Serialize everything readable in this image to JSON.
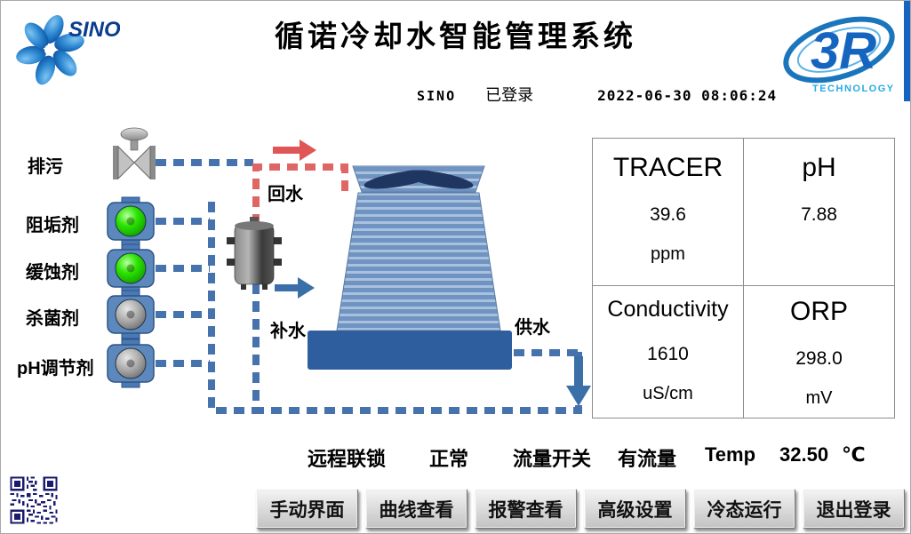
{
  "header": {
    "title": "循诺冷却水智能管理系统",
    "logo_sino_text": "SINO",
    "logo_3r_text": "3R",
    "logo_3r_sub": "TECHNOLOGY",
    "user": "SINO",
    "login_status": "已登录",
    "datetime": "2022-06-30  08:06:24"
  },
  "diagram": {
    "labels": {
      "blowdown": "排污",
      "scale_inhibitor": "阻垢剂",
      "corrosion_inhibitor": "缓蚀剂",
      "biocide": "杀菌剂",
      "ph_regulator": "pH调节剂",
      "return_water": "回水",
      "makeup_water": "补水",
      "supply_water": "供水"
    },
    "pump_states": {
      "scale_inhibitor": "on",
      "corrosion_inhibitor": "on",
      "biocide": "off",
      "ph_regulator": "off"
    },
    "colors": {
      "pump_on": "#2ce500",
      "pump_off": "#9a9a9a",
      "pipe_water": "#4673ad",
      "pipe_return": "#e06666",
      "tower_basin": "#2e5e9e",
      "logo_blue": "#1565c0"
    }
  },
  "readings": [
    {
      "name": "TRACER",
      "value": "39.6",
      "unit": "ppm"
    },
    {
      "name": "pH",
      "value": "7.88",
      "unit": ""
    },
    {
      "name": "Conductivity",
      "value": "1610",
      "unit": "uS/cm"
    },
    {
      "name": "ORP",
      "value": "298.0",
      "unit": "mV"
    }
  ],
  "status_bar": {
    "interlock_label": "远程联锁",
    "interlock_value": "正常",
    "flow_label": "流量开关",
    "flow_value": "有流量",
    "temp_label": "Temp",
    "temp_value": "32.50",
    "temp_unit": "℃"
  },
  "buttons": [
    {
      "label": "手动界面"
    },
    {
      "label": "曲线查看"
    },
    {
      "label": "报警查看"
    },
    {
      "label": "高级设置"
    },
    {
      "label": "冷态运行"
    },
    {
      "label": "退出登录"
    }
  ]
}
